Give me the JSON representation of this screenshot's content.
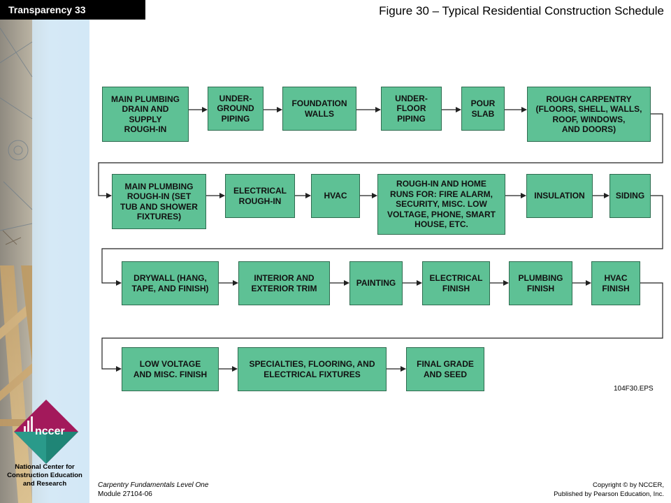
{
  "header": {
    "transparency_label": "Transparency 33",
    "figure_title": "Figure 30 – Typical Residential Construction Schedule"
  },
  "flowchart": {
    "steps": [
      "MAIN PLUMBING\nDRAIN AND\nSUPPLY\nROUGH-IN",
      "UNDER-\nGROUND\nPIPING",
      "FOUNDATION\nWALLS",
      "UNDER-\nFLOOR\nPIPING",
      "POUR\nSLAB",
      "ROUGH CARPENTRY\n(FLOORS, SHELL, WALLS,\nROOF, WINDOWS,\nAND DOORS)",
      "MAIN PLUMBING\nROUGH-IN (SET\nTUB AND SHOWER\nFIXTURES)",
      "ELECTRICAL\nROUGH-IN",
      "HVAC",
      "ROUGH-IN AND HOME\nRUNS FOR: FIRE ALARM,\nSECURITY, MISC. LOW\nVOLTAGE, PHONE, SMART\nHOUSE, ETC.",
      "INSULATION",
      "SIDING",
      "DRYWALL (HANG,\nTAPE, AND FINISH)",
      "INTERIOR AND\nEXTERIOR TRIM",
      "PAINTING",
      "ELECTRICAL\nFINISH",
      "PLUMBING\nFINISH",
      "HVAC\nFINISH",
      "LOW VOLTAGE\nAND MISC. FINISH",
      "SPECIALTIES, FLOORING, AND\nELECTRICAL FIXTURES",
      "FINAL GRADE\nAND SEED"
    ],
    "file_label": "104F30.EPS"
  },
  "sidebar": {
    "logo_text": "nccer",
    "org_name": "National Center for Construction Education and Research"
  },
  "footer": {
    "course_title": "Carpentry Fundamentals Level One",
    "module": "Module 27104-06",
    "copyright_line1": "Copyright © by NCCER,",
    "copyright_line2": "Published by Pearson Education, Inc."
  },
  "colors": {
    "box_fill": "#5ec195",
    "box_border": "#2e6b4f",
    "logo_magenta": "#a3195b",
    "logo_teal": "#2a9a8a",
    "band_blue": "#cfe6f5"
  }
}
